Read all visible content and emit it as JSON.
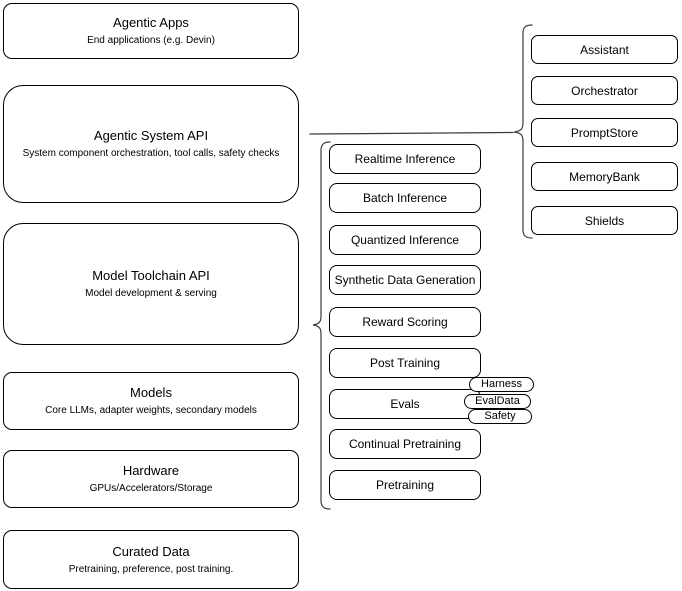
{
  "diagram": {
    "left_stack": [
      {
        "title": "Agentic Apps",
        "subtitle": "End applications (e.g. Devin)"
      },
      {
        "title": "Agentic System API",
        "subtitle": "System component orchestration, tool calls, safety checks"
      },
      {
        "title": "Model Toolchain API",
        "subtitle": "Model development & serving"
      },
      {
        "title": "Models",
        "subtitle": "Core LLMs, adapter weights, secondary models"
      },
      {
        "title": "Hardware",
        "subtitle": "GPUs/Accelerators/Storage"
      },
      {
        "title": "Curated Data",
        "subtitle": "Pretraining, preference, post training."
      }
    ],
    "toolchain_items": [
      "Realtime Inference",
      "Batch Inference",
      "Quantized Inference",
      "Synthetic Data Generation",
      "Reward Scoring",
      "Post Training",
      "Evals",
      "Continual Pretraining",
      "Pretraining"
    ],
    "evals_tags": [
      "Harness",
      "EvalData",
      "Safety"
    ],
    "system_components": [
      "Assistant",
      "Orchestrator",
      "PromptStore",
      "MemoryBank",
      "Shields"
    ],
    "colors": {
      "background": "#ffffff",
      "node_fill": "#ffffff",
      "node_stroke": "#000000",
      "brace_stroke": "#3d3d3d",
      "text": "#000000"
    }
  }
}
